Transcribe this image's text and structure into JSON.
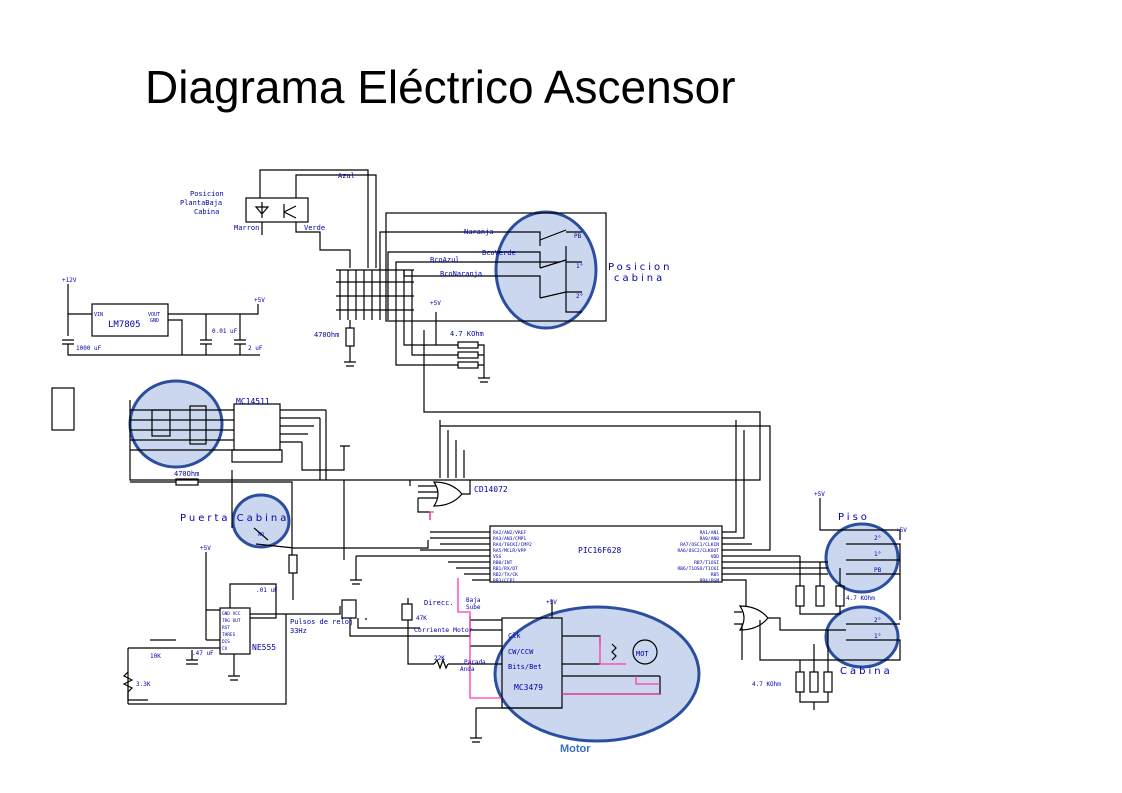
{
  "title": "Diagrama Eléctrico Ascensor",
  "colors": {
    "wire": "#000000",
    "pink_wire": "#ff3aa6",
    "label": "#0000aa",
    "highlight_fill": "#cbd7ef",
    "highlight_stroke": "#2b4f9e",
    "caption": "#3b6fc4"
  },
  "labels": {
    "posicion_pb_cabina": [
      "Posicion",
      "PlantaBaja",
      "Cabina"
    ],
    "marron": "Marron",
    "verde": "Verde",
    "azul": "Azul",
    "naranja": "Naranja",
    "bco_verde": "BcoVerde",
    "bco_azul": "BcoAzul",
    "bco_naranja": "BcoNaranja",
    "posicion_cabina": [
      "Posicion",
      "cabina"
    ],
    "pb": "PB",
    "p1": "1°",
    "p2": "2°",
    "v12": "+12V",
    "v5": "+5V",
    "lm7805": "LM7805",
    "lm_vin": "VIN",
    "lm_vout": "VOUT",
    "lm_gnd": "GND",
    "c_1000": "1000 uF",
    "c_001": "0.01 uF",
    "c_2": "2 uF",
    "r_470a": "470Ohm",
    "r_47k_top": "4.7 KOhm",
    "mc14511": "MC14511",
    "r_470b": "470Ohm",
    "puerta_cabina": "Puerta Cabina",
    "no": "NO",
    "cd14072": "CD14072",
    "pic": "PIC16F628",
    "pic_left_pins": [
      "RA2/AN2/VREF",
      "RA3/AN3/CMP1",
      "RA4/T0CKI/CMP2",
      "RA5/MCLR/VPP",
      "VSS",
      "RB0/INT",
      "RB1/RX/DT",
      "RB2/TX/CK",
      "RB3/CCP1"
    ],
    "pic_right_pins": [
      "RA1/AN1",
      "RA0/AN0",
      "RA7/OSC1/CLKIN",
      "RA6/OSC2/CLKOUT",
      "VDD",
      "RB7/T1OSI",
      "RB6/T1OSO/T1CKI",
      "RB5",
      "RB4/PGM"
    ],
    "ne555": "NE555",
    "ne_pins": [
      "GND VCC",
      "TRG OUT",
      "RST",
      "THRES",
      "DIS",
      "CV"
    ],
    "c_001b": ".01 uF",
    "c_047": ".47 uF",
    "r_10k": "10K",
    "r_33k": "3.3K",
    "pulsos_reloj": "Pulsos de reloj",
    "hz": "33Hz",
    "direccion": "Direcc.",
    "r_47k": "47K",
    "corriente_motor": "Corriente Motor",
    "baja_sube": [
      "Baja",
      "Sube"
    ],
    "parada_anda": [
      "Parada",
      "Anda"
    ],
    "r_22k": "22K",
    "mc3479": "MC3479",
    "mc_pins": [
      "Clk",
      "CW/CCW",
      "Bits/Bet"
    ],
    "mot": "MOT",
    "piso": "Piso",
    "cabina": "Cabina",
    "r_47k_right": "4.7 KOhm",
    "r_47k_bottom": "4.7 KOhm",
    "motor": "Motor"
  }
}
